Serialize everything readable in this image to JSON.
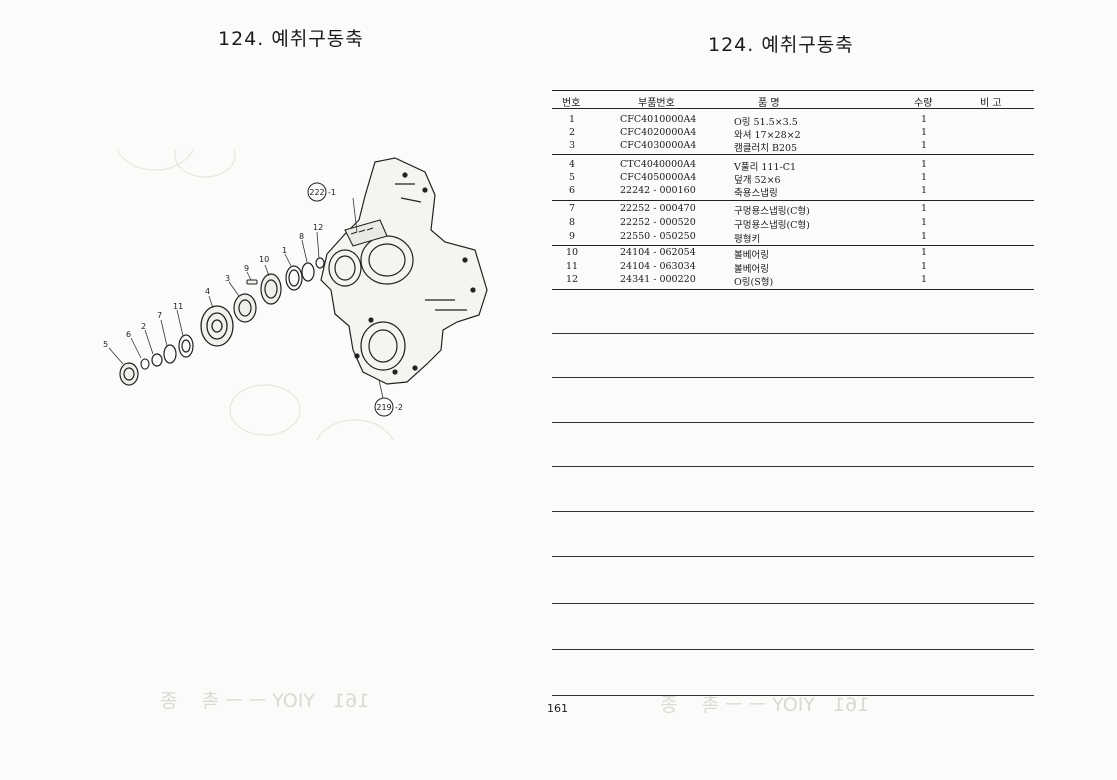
{
  "left_page": {
    "title": "124. 예취구동축",
    "callouts": [
      {
        "no": "5"
      },
      {
        "no": "6"
      },
      {
        "no": "2"
      },
      {
        "no": "7"
      },
      {
        "no": "11"
      },
      {
        "no": "4"
      },
      {
        "no": "3"
      },
      {
        "no": "9"
      },
      {
        "no": "10"
      },
      {
        "no": "1"
      },
      {
        "no": "8"
      },
      {
        "no": "12"
      }
    ],
    "refs": {
      "top": {
        "circled": "222",
        "suffix": "-1"
      },
      "bottom": {
        "circled": "219",
        "suffix": "-2"
      }
    }
  },
  "right_page": {
    "title": "124. 예취구동축",
    "headers": {
      "no": "번호",
      "part_no": "부품번호",
      "name": "품 명",
      "qty": "수량",
      "remark": "비 고"
    },
    "groups": [
      [
        {
          "no": "1",
          "part_no": "CFC4010000A4",
          "name": "O링 51.5×3.5",
          "qty": "1"
        },
        {
          "no": "2",
          "part_no": "CFC4020000A4",
          "name": "와셔 17×28×2",
          "qty": "1"
        },
        {
          "no": "3",
          "part_no": "CFC4030000A4",
          "name": "캠클러치 B205",
          "qty": "1"
        }
      ],
      [
        {
          "no": "4",
          "part_no": "CTC4040000A4",
          "name": "V풀리 111-C1",
          "qty": "1"
        },
        {
          "no": "5",
          "part_no": "CFC4050000A4",
          "name": "덮개 52×6",
          "qty": "1"
        },
        {
          "no": "6",
          "part_no": "22242 - 000160",
          "name": "축용스냅링",
          "qty": "1"
        }
      ],
      [
        {
          "no": "7",
          "part_no": "22252 - 000470",
          "name": "구멍용스냅링(C형)",
          "qty": "1"
        },
        {
          "no": "8",
          "part_no": "22252 - 000520",
          "name": "구멍용스냅링(C형)",
          "qty": "1"
        },
        {
          "no": "9",
          "part_no": "22550 - 050250",
          "name": "평형키",
          "qty": "1"
        }
      ],
      [
        {
          "no": "10",
          "part_no": "24104 - 062054",
          "name": "볼베어링",
          "qty": "1"
        },
        {
          "no": "11",
          "part_no": "24104 - 063034",
          "name": "볼베어링",
          "qty": "1"
        },
        {
          "no": "12",
          "part_no": "24341 - 000220",
          "name": "O링(S형)",
          "qty": "1"
        }
      ]
    ],
    "page_number": "161"
  }
}
